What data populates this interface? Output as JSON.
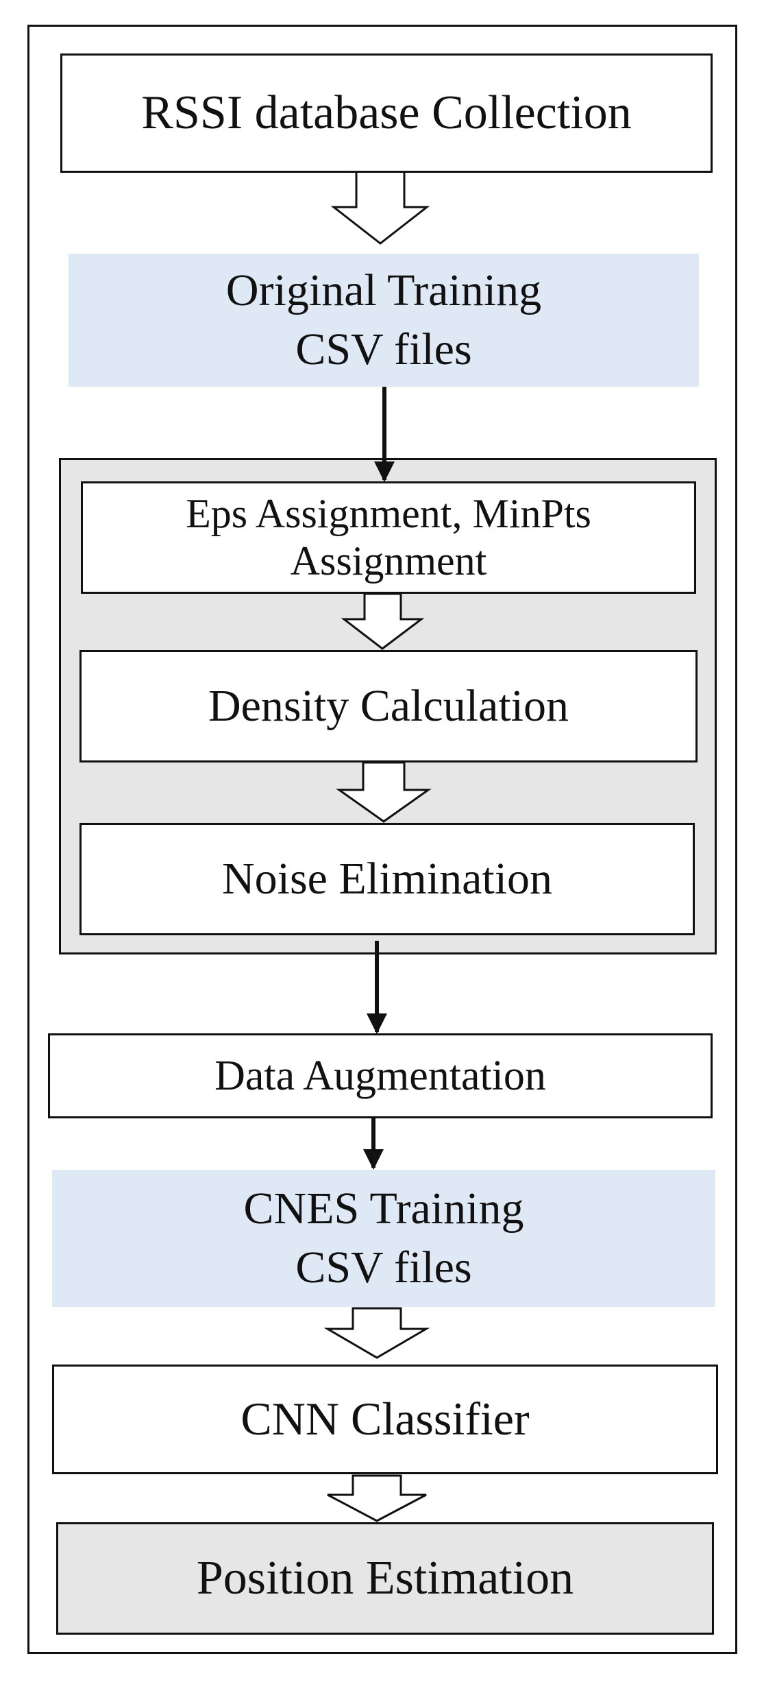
{
  "nodes": {
    "rssi_collection": "RSSI database  Collection",
    "original_training": "Original  Training\nCSV files",
    "eps_assignment": "Eps Assignment,  MinPts\nAssignment",
    "density_calculation": "Density  Calculation",
    "noise_elimination": "Noise  Elimination",
    "data_augmentation": "Data Augmentation",
    "cnes_training": "CNES Training\nCSV files",
    "cnn_classifier": "CNN Classifier",
    "position_estimation": "Position Estimation"
  },
  "colors": {
    "stroke": "#111111",
    "data_fill": "#dfe9f5",
    "group_fill": "#e6e6e6",
    "box_fill": "#ffffff"
  }
}
